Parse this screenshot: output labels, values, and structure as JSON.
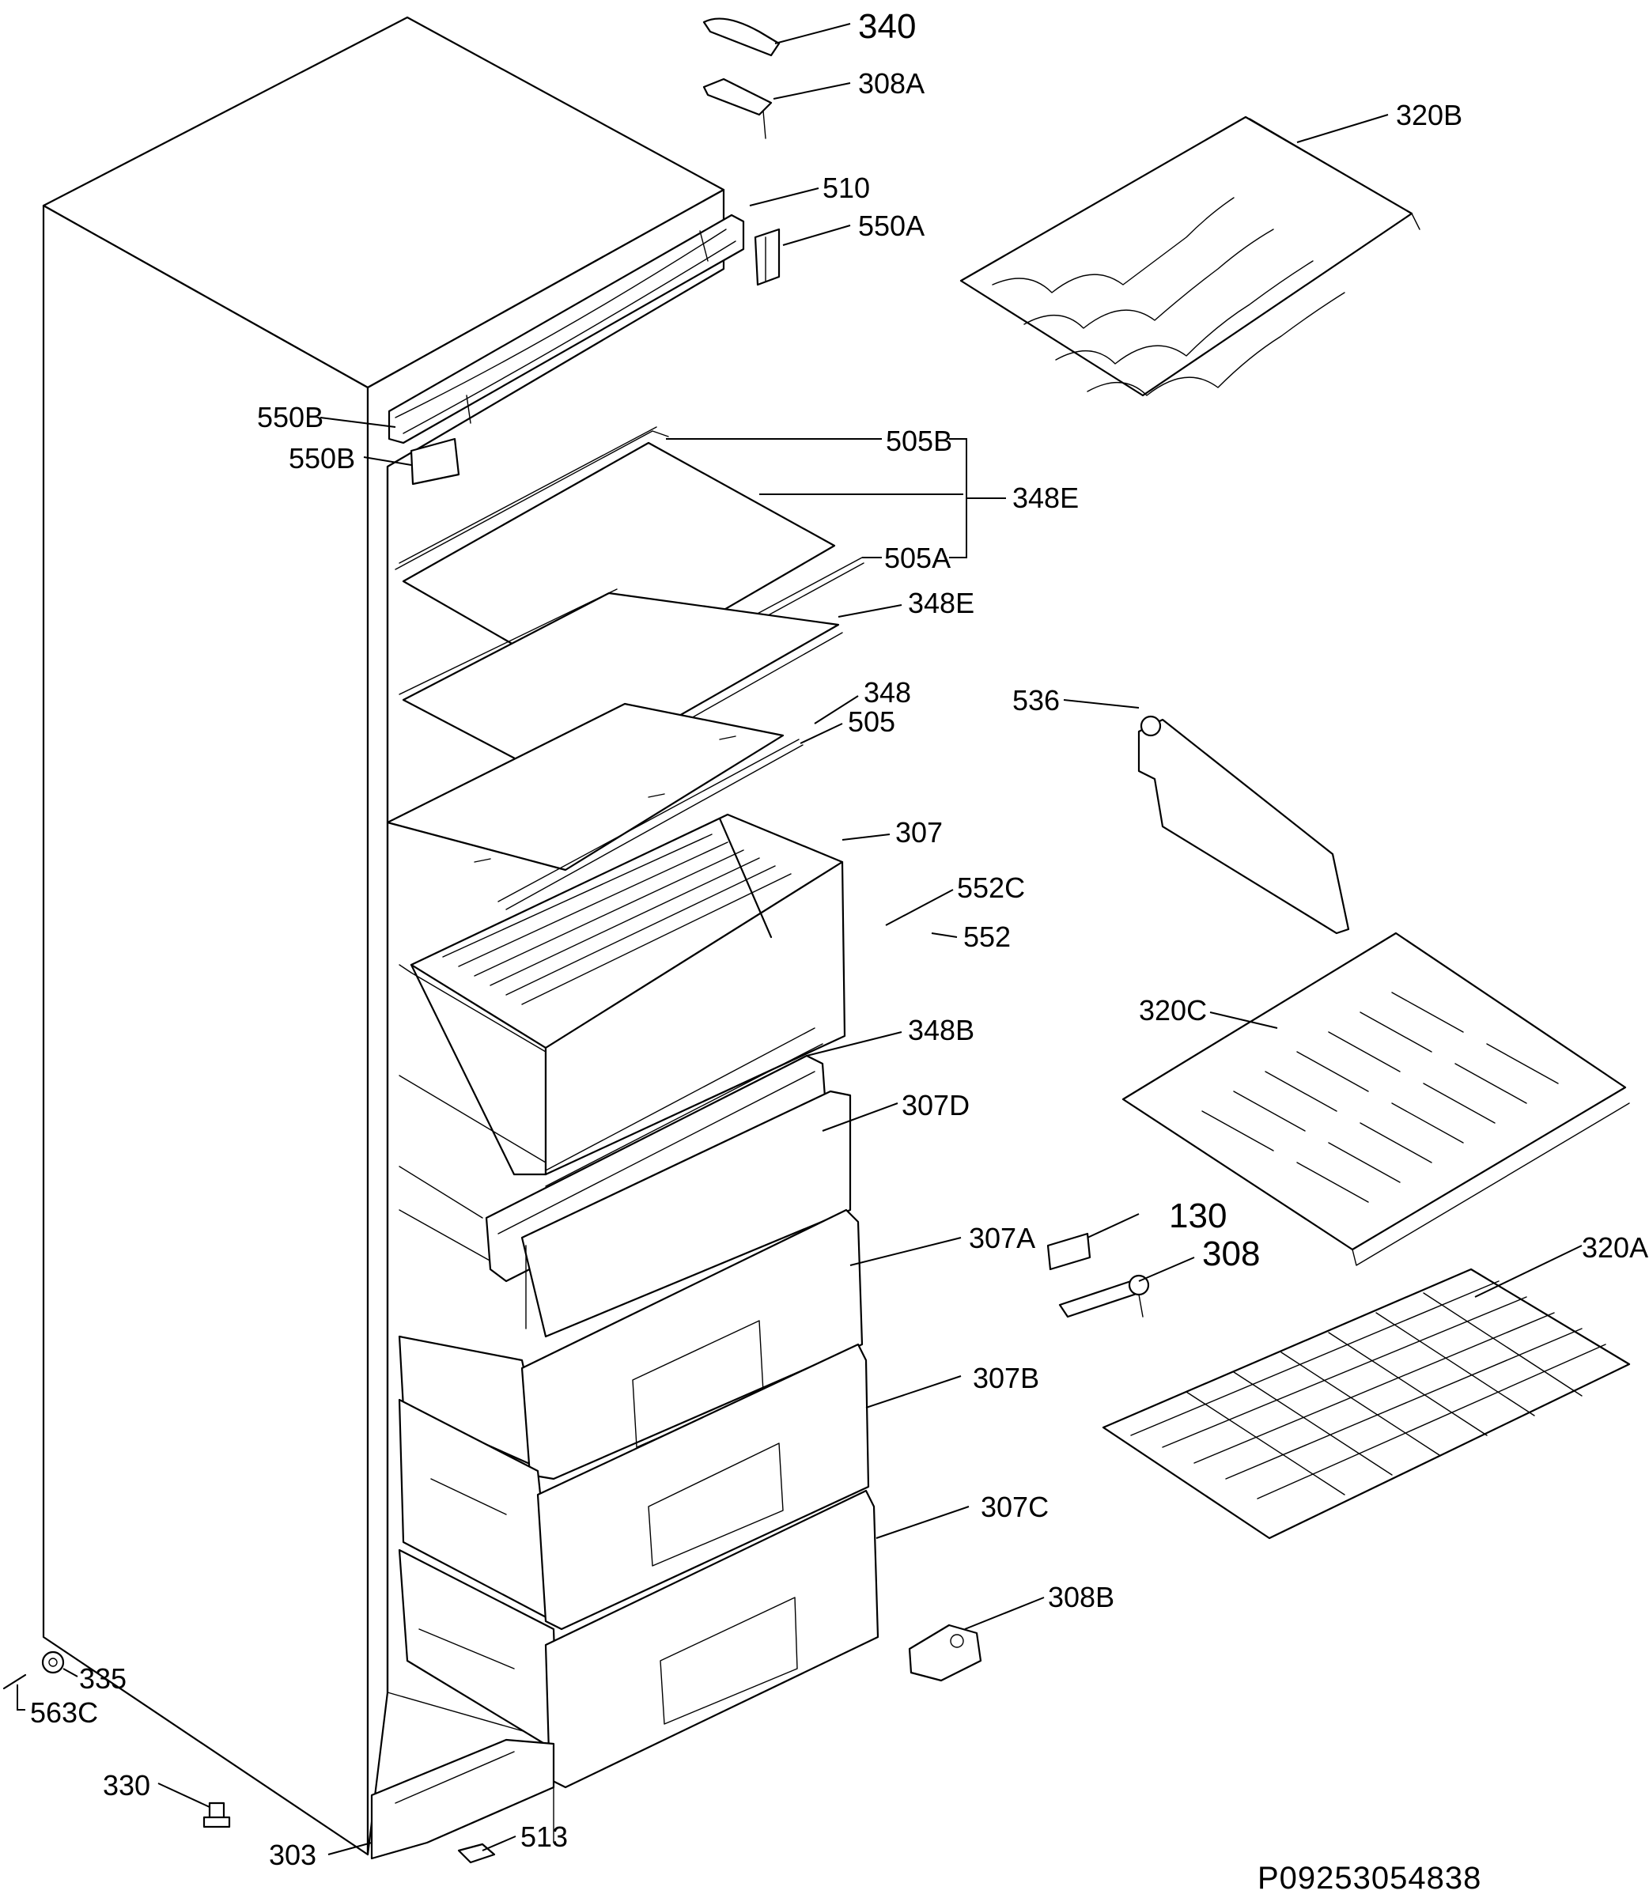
{
  "diagram": {
    "footer_code": "P09253054838",
    "labels": [
      {
        "id": "340",
        "text": "340"
      },
      {
        "id": "308A",
        "text": "308A"
      },
      {
        "id": "320B",
        "text": "320B"
      },
      {
        "id": "510",
        "text": "510"
      },
      {
        "id": "550A",
        "text": "550A"
      },
      {
        "id": "550B_1",
        "text": "550B"
      },
      {
        "id": "550B_2",
        "text": "550B"
      },
      {
        "id": "505B",
        "text": "505B"
      },
      {
        "id": "348E_group",
        "text": "348E"
      },
      {
        "id": "505A",
        "text": "505A"
      },
      {
        "id": "348E",
        "text": "348E"
      },
      {
        "id": "348",
        "text": "348"
      },
      {
        "id": "505",
        "text": "505"
      },
      {
        "id": "536",
        "text": "536"
      },
      {
        "id": "307",
        "text": "307"
      },
      {
        "id": "552C",
        "text": "552C"
      },
      {
        "id": "552",
        "text": "552"
      },
      {
        "id": "348B",
        "text": "348B"
      },
      {
        "id": "320C",
        "text": "320C"
      },
      {
        "id": "307D",
        "text": "307D"
      },
      {
        "id": "130",
        "text": "130"
      },
      {
        "id": "307A",
        "text": "307A"
      },
      {
        "id": "308",
        "text": "308"
      },
      {
        "id": "320A",
        "text": "320A"
      },
      {
        "id": "307B",
        "text": "307B"
      },
      {
        "id": "307C",
        "text": "307C"
      },
      {
        "id": "308B",
        "text": "308B"
      },
      {
        "id": "335",
        "text": "335"
      },
      {
        "id": "563C",
        "text": "563C"
      },
      {
        "id": "330",
        "text": "330"
      },
      {
        "id": "303",
        "text": "303"
      },
      {
        "id": "513",
        "text": "513"
      }
    ]
  }
}
